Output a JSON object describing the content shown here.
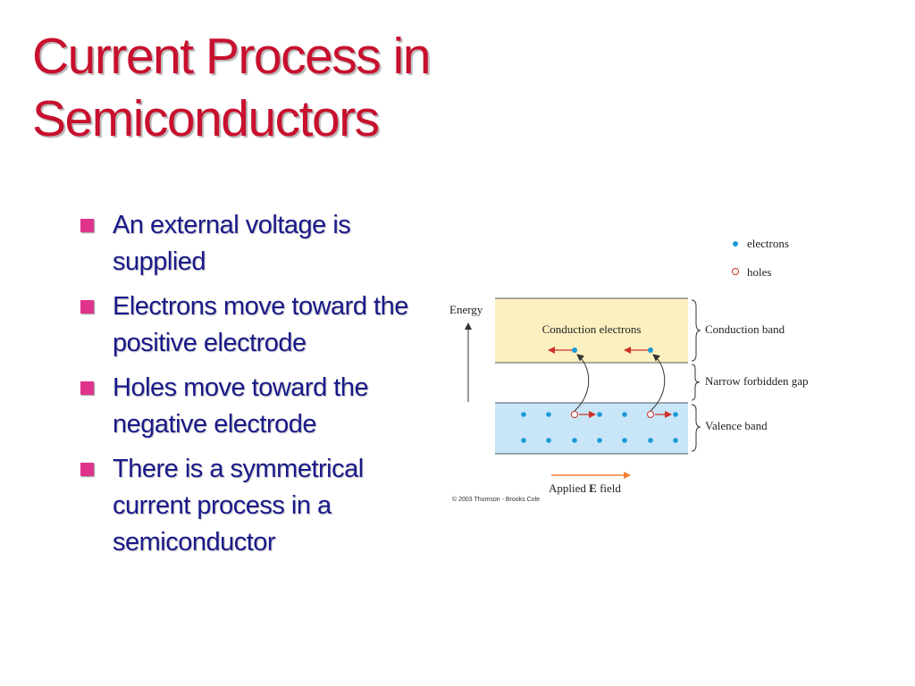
{
  "slide": {
    "title_line1": "Current Process in",
    "title_line2": "Semiconductors",
    "bullets": [
      "An external voltage is supplied",
      "Electrons move toward the positive electrode",
      "Holes move toward the negative electrode",
      "There is a symmetrical current process in a semiconductor"
    ]
  },
  "colors": {
    "title": "#c8102e",
    "bullet_text": "#1a1a8a",
    "bullet_marker": "#e0338c",
    "conduction_band_fill": "#fdf0c0",
    "valence_band_fill": "#c8e6f8",
    "electron": "#1a9ad6",
    "hole_outline": "#d0302a",
    "field_arrow": "#f08030"
  },
  "diagram": {
    "legend": {
      "electrons": "electrons",
      "holes": "holes"
    },
    "energy_axis_label": "Energy",
    "conduction_inner_label": "Conduction electrons",
    "band_labels": {
      "conduction": "Conduction band",
      "gap": "Narrow forbidden gap",
      "valence": "Valence band"
    },
    "field_label_prefix": "Applied ",
    "field_label_symbol": "E",
    "field_label_suffix": " field",
    "credit": "© 2003 Thomson - Brooks Cole"
  }
}
